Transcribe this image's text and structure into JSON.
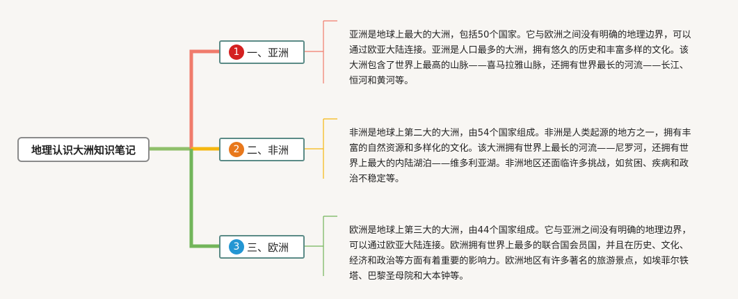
{
  "root": {
    "title": "地理认识大洲知识笔记"
  },
  "branches": [
    {
      "num": "1",
      "label": "一、亚洲",
      "color": "#f07b6b",
      "badge_color": "#d42020",
      "description": "亚洲是地球上最大的大洲，包括50个国家。它与欧洲之间没有明确的地理边界，可以通过欧亚大陆连接。亚洲是人口最多的大洲，拥有悠久的历史和丰富多样的文化。该大洲包含了世界上最高的山脉——喜马拉雅山脉，还拥有世界最长的河流——长江、恒河和黄河等。"
    },
    {
      "num": "2",
      "label": "二、非洲",
      "color": "#f5b70f",
      "badge_color": "#e8781c",
      "description": "非洲是地球上第二大的大洲，由54个国家组成。非洲是人类起源的地方之一，拥有丰富的自然资源和多样化的文化。该大洲拥有世界上最长的河流——尼罗河，还拥有世界上最大的内陆湖泊——维多利亚湖。非洲地区还面临许多挑战，如贫困、疾病和政治不稳定等。"
    },
    {
      "num": "3",
      "label": "三、欧洲",
      "color": "#72b55a",
      "badge_color": "#2396d3",
      "description": "欧洲是地球上第三大的大洲，由44个国家组成。它与亚洲之间没有明确的地理边界，可以通过欧亚大陆连接。欧洲拥有世界上最多的联合国会员国，并且在历史、文化、经济和政治等方面有着重要的影响力。欧洲地区有许多著名的旅游景点，如埃菲尔铁塔、巴黎圣母院和大本钟等。"
    }
  ]
}
